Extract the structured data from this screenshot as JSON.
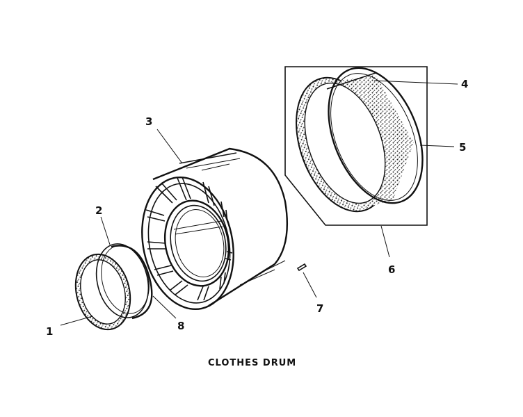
{
  "diagram": {
    "caption": "CLOTHES DRUM",
    "callouts": {
      "c1": "1",
      "c2": "2",
      "c3": "3",
      "c4": "4",
      "c5": "5",
      "c6": "6",
      "c7": "7",
      "c8": "8"
    }
  }
}
